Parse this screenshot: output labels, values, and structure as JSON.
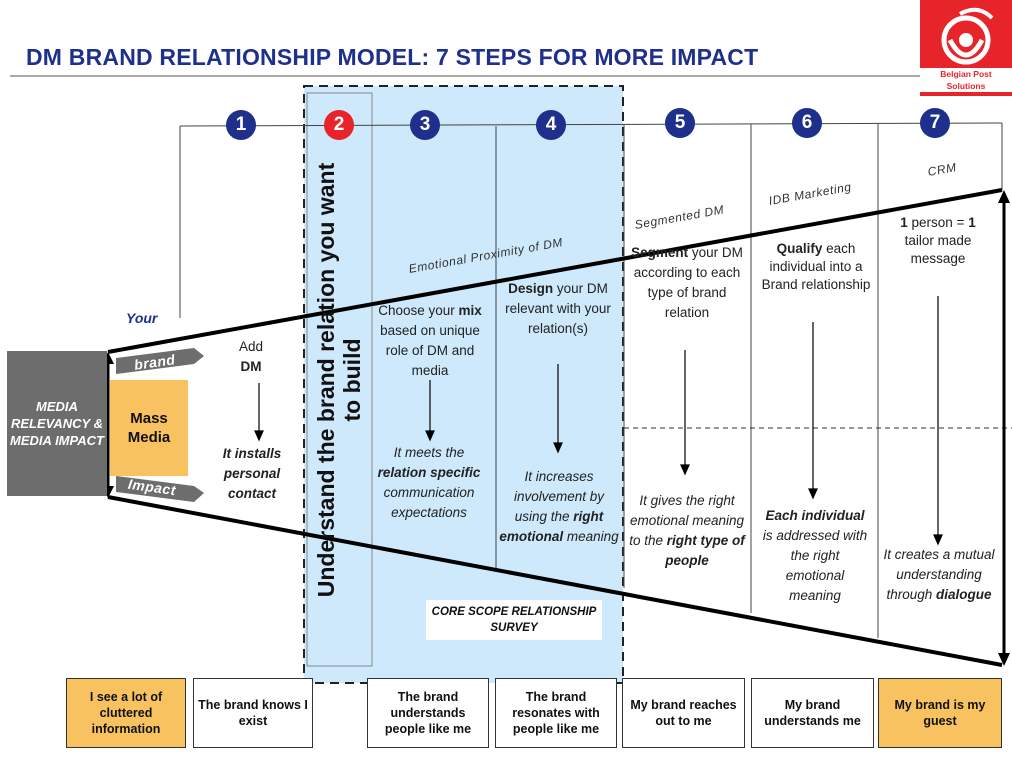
{
  "title": "DM BRAND RELATIONSHIP MODEL: 7 STEPS FOR MORE IMPACT",
  "logo": {
    "text": "Belgian Post Solutions",
    "color": "#e8242b"
  },
  "colors": {
    "navy": "#1e2f8c",
    "red": "#e8242b",
    "orange": "#f7c25f",
    "lightblue": "#cde9fb",
    "gray": "#6d6d6d"
  },
  "steps": [
    "1",
    "2",
    "3",
    "4",
    "5",
    "6",
    "7"
  ],
  "left": {
    "your": "Your",
    "brand_tag": "brand",
    "impact_tag": "Impact",
    "gray_label": "MEDIA RELEVANCY & MEDIA IMPACT",
    "mass_media": "Mass Media"
  },
  "vertical_banner": "Understand the brand relation you want to build",
  "slope_labels": {
    "emotional": "Emotional Proximity of DM",
    "segmented": "Segmented DM",
    "idb": "IDB Marketing",
    "crm": "CRM"
  },
  "columns": {
    "c1": {
      "top_a": "Add",
      "top_b": "DM",
      "bottom": "It installs personal contact"
    },
    "c3": {
      "top_pre": "Choose your",
      "top_bold": "mix",
      "top_post": "based on unique role of DM and media",
      "bottom_pre": "It meets the",
      "bottom_bold": "relation specific",
      "bottom_post": "communication expectations"
    },
    "c4": {
      "top_bold": "Design",
      "top_post": "your DM relevant with your relation(s)",
      "bottom_pre": "It increases involvement by using the",
      "bottom_bold": "right emotional",
      "bottom_post": "meaning"
    },
    "c5": {
      "top_bold": "Segment",
      "top_post": "your DM according to each type of brand relation",
      "bottom_pre": "It gives the right emotional meaning to the",
      "bottom_bold": "right type of people"
    },
    "c6": {
      "top_bold": "Qualify",
      "top_post": "each individual into a Brand relationship",
      "bottom_bold": "Each individual",
      "bottom_post": "is addressed with the right emotional meaning"
    },
    "c7": {
      "top_bold1": "1",
      "top_mid": "person =",
      "top_bold2": "1",
      "top_post": "tailor made message",
      "bottom_pre": "It creates a mutual understanding through",
      "bottom_bold": "dialogue"
    }
  },
  "core_scope": "CORE SCOPE RELATIONSHIP SURVEY",
  "bottom_boxes": [
    "I see a lot of cluttered information",
    "The brand knows I exist",
    "The brand understands people like me",
    "The brand resonates with people like me",
    "My brand reaches out to me",
    "My brand understands me",
    "My brand is my guest"
  ]
}
